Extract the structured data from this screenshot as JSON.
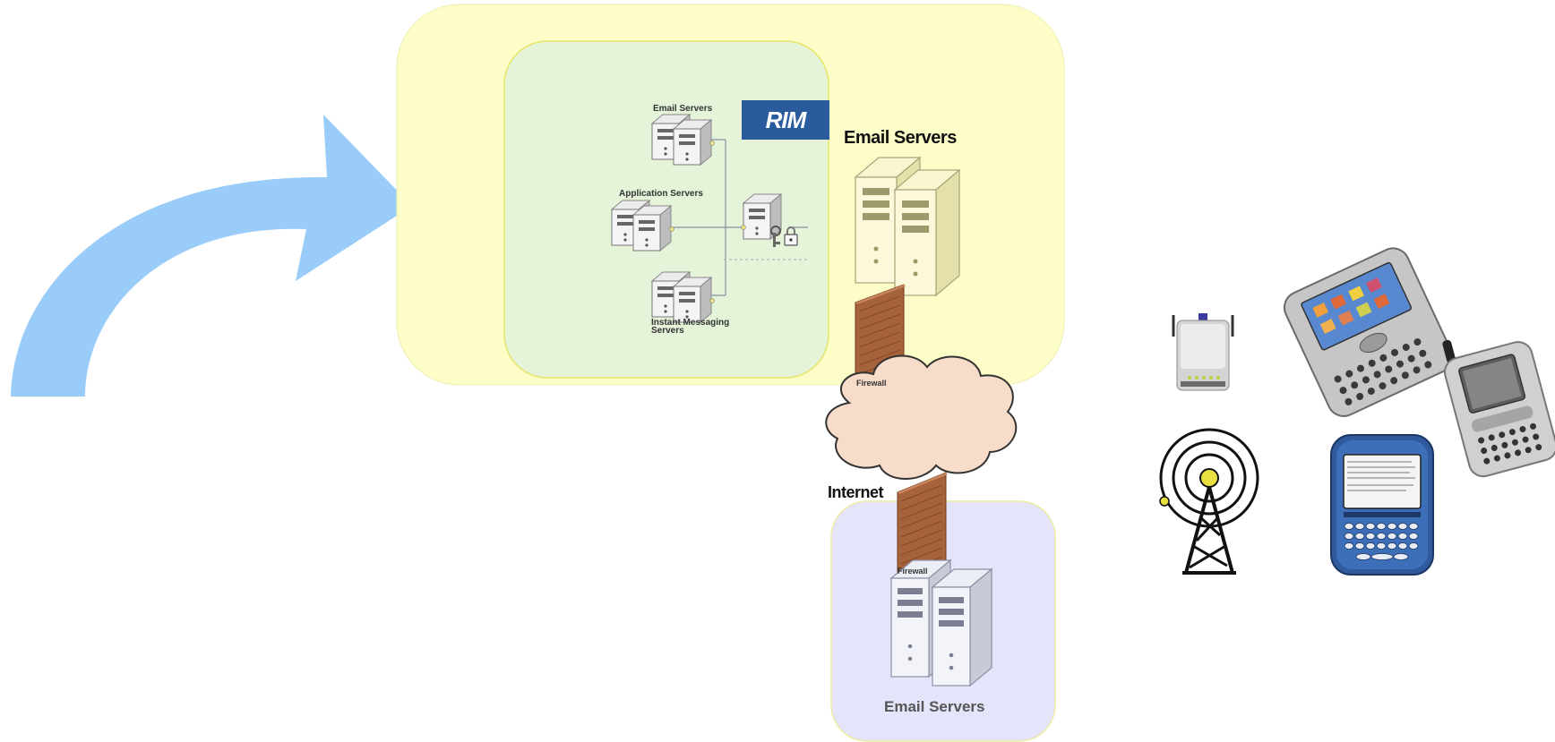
{
  "inner_panel": {
    "email_servers_label": "Email Servers",
    "application_servers_label": "Application Servers",
    "instant_messaging_label_line1": "Instant Messaging",
    "instant_messaging_label_line2": "Servers",
    "logo_text": "RIM"
  },
  "enterprise": {
    "email_servers_label": "Email Servers",
    "firewall_label": "Firewall"
  },
  "network": {
    "internet_label": "Internet",
    "firewall_label": "Firewall"
  },
  "external": {
    "email_servers_label": "Email Servers"
  },
  "colors": {
    "arrow": "#99ccf8",
    "outer_panel": "#fdfdc8",
    "inner_panel": "#e5f3d9",
    "bottom_panel": "#e4e5fb",
    "cloud": "#f7dcca",
    "firewall": "#b26a3e",
    "rim_logo": "#2a5b9c"
  },
  "icons": [
    "curved-arrow-icon",
    "server-rack-icon",
    "lock-key-icon",
    "firewall-icon",
    "cloud-icon",
    "wireless-router-icon",
    "radio-tower-icon",
    "smartphone-icon",
    "flip-phone-icon",
    "blackberry-icon"
  ]
}
